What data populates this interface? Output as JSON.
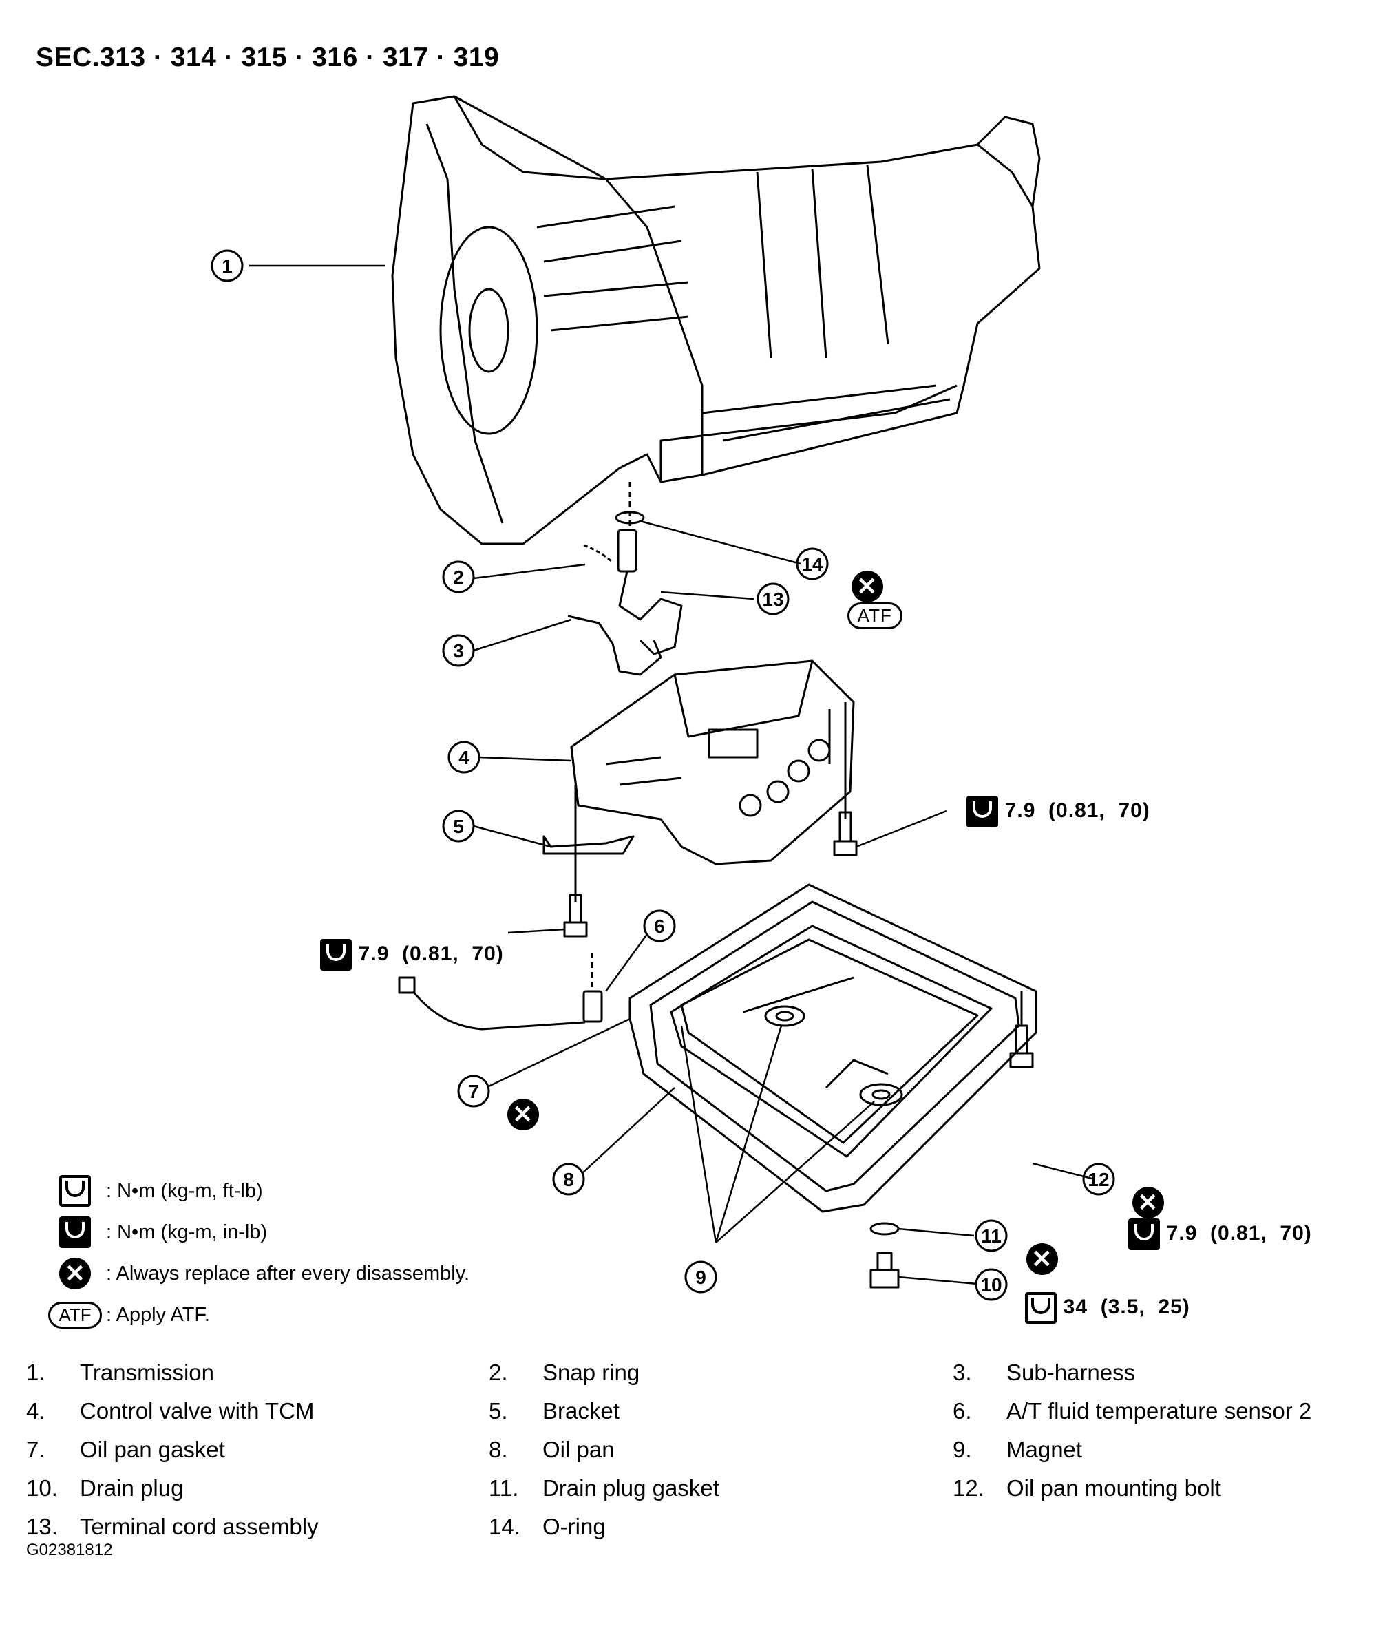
{
  "header": {
    "section_title": "SEC.313 · 314 · 315 · 316 · 317 · 319"
  },
  "callouts": [
    "1",
    "2",
    "3",
    "4",
    "5",
    "6",
    "7",
    "8",
    "9",
    "10",
    "11",
    "12",
    "13",
    "14"
  ],
  "specs": {
    "control_valve_bolt": "7.9  (0.81,  70)",
    "bracket_bolt": "7.9  (0.81,  70)",
    "oil_pan_bolt": "7.9  (0.81,  70)",
    "drain_plug": "34  (3.5,  25)",
    "atf_tag": "ATF"
  },
  "legend": {
    "items": [
      {
        "icon": "torque-ft-lb-icon",
        "text": ": N•m   (kg-m,   ft-lb)"
      },
      {
        "icon": "torque-in-lb-icon",
        "text": ": N•m   (kg-m,   in-lb)"
      },
      {
        "icon": "replace-icon",
        "text": ": Always replace after every disassembly."
      },
      {
        "icon": "atf-icon",
        "text": ": Apply ATF.",
        "badge": "ATF"
      }
    ]
  },
  "parts": [
    {
      "num": "1.",
      "name": "Transmission"
    },
    {
      "num": "2.",
      "name": "Snap ring"
    },
    {
      "num": "3.",
      "name": "Sub-harness"
    },
    {
      "num": "4.",
      "name": "Control valve with TCM"
    },
    {
      "num": "5.",
      "name": "Bracket"
    },
    {
      "num": "6.",
      "name": "A/T fluid temperature sensor 2"
    },
    {
      "num": "7.",
      "name": "Oil pan gasket"
    },
    {
      "num": "8.",
      "name": "Oil pan"
    },
    {
      "num": "9.",
      "name": "Magnet"
    },
    {
      "num": "10.",
      "name": "Drain plug"
    },
    {
      "num": "11.",
      "name": "Drain plug gasket"
    },
    {
      "num": "12.",
      "name": "Oil pan mounting bolt"
    },
    {
      "num": "13.",
      "name": "Terminal cord assembly"
    },
    {
      "num": "14.",
      "name": "O-ring"
    }
  ],
  "figure_id": "G02381812"
}
